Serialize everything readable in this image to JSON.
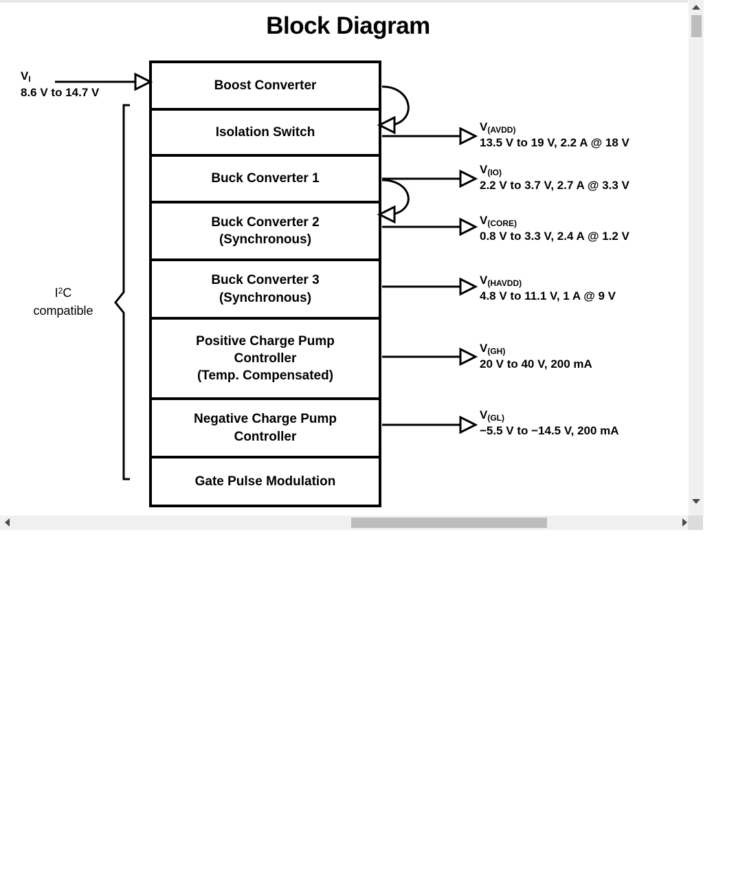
{
  "title": "Block Diagram",
  "input": {
    "name": "V",
    "subscript": "I",
    "range": "8.6 V to 14.7 V"
  },
  "bus": {
    "name": "I",
    "superscript": "2",
    "name_tail": "C",
    "line2": "compatible"
  },
  "blocks": [
    {
      "label": "Boost Converter",
      "lines": [
        "Boost Converter"
      ]
    },
    {
      "label": "Isolation Switch",
      "lines": [
        "Isolation Switch"
      ]
    },
    {
      "label": "Buck Converter 1",
      "lines": [
        "Buck Converter 1"
      ]
    },
    {
      "label": "Buck Converter 2 (Synchronous)",
      "lines": [
        "Buck Converter 2",
        "(Synchronous)"
      ]
    },
    {
      "label": "Buck Converter 3 (Synchronous)",
      "lines": [
        "Buck Converter 3",
        "(Synchronous)"
      ]
    },
    {
      "label": "Positive Charge Pump Controller (Temp. Compensated)",
      "lines": [
        "Positive Charge Pump",
        "Controller",
        "(Temp. Compensated)"
      ]
    },
    {
      "label": "Negative Charge Pump Controller",
      "lines": [
        "Negative Charge Pump",
        "Controller"
      ]
    },
    {
      "label": "Gate Pulse Modulation",
      "lines": [
        "Gate Pulse Modulation"
      ]
    }
  ],
  "outputs": [
    {
      "name": "V",
      "subscript": "(AVDD)",
      "spec": "13.5 V to 19 V, 2.2 A @ 18 V"
    },
    {
      "name": "V",
      "subscript": "(IO)",
      "spec": "2.2 V to 3.7 V, 2.7 A @ 3.3 V"
    },
    {
      "name": "V",
      "subscript": "(CORE)",
      "spec": "0.8 V to 3.3 V, 2.4 A @ 1.2 V"
    },
    {
      "name": "V",
      "subscript": "(HAVDD)",
      "spec": "4.8 V to 11.1 V, 1 A @ 9 V"
    },
    {
      "name": "V",
      "subscript": "(GH)",
      "spec": "20 V to 40 V, 200 mA"
    },
    {
      "name": "V",
      "subscript": "(GL)",
      "spec": "−5.5 V to −14.5 V, 200 mA"
    }
  ],
  "scrollbars": {
    "vertical_thumb": "scroll-thumb-vertical",
    "horizontal_thumb": "scroll-thumb-horizontal",
    "up_arrow": "scroll-up-arrow",
    "down_arrow": "scroll-down-arrow",
    "left_arrow": "scroll-left-arrow",
    "right_arrow": "scroll-right-arrow"
  },
  "colors": {
    "stroke": "#000000",
    "background": "#ffffff",
    "scrollbar_track": "#f0f0f0",
    "scrollbar_thumb": "#bdbdbd"
  }
}
